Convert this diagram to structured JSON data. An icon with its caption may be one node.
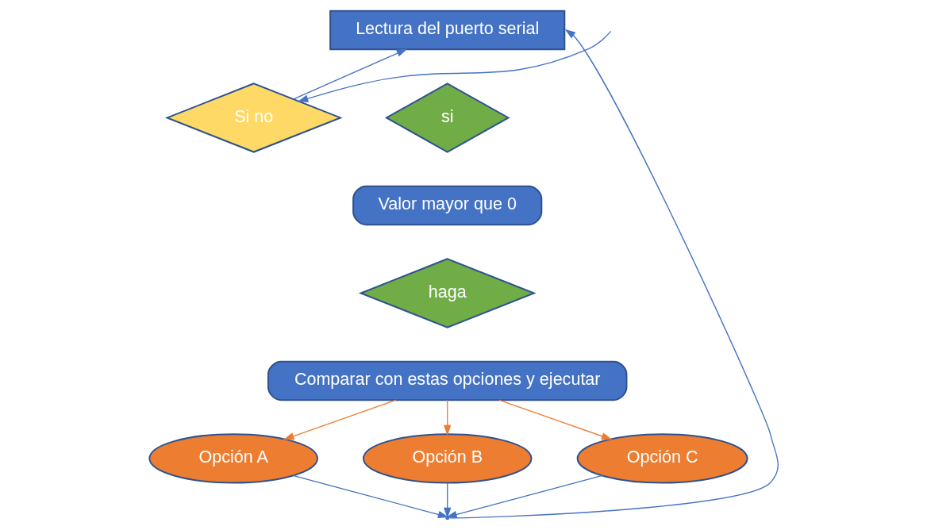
{
  "diagram": {
    "nodes": [
      {
        "text": [
          "Lectura del puerto serial"
        ]
      },
      {
        "text": [
          "Si no"
        ]
      },
      {
        "text": [
          "si"
        ]
      },
      {
        "text": [
          "Valor mayor que 0"
        ]
      },
      {
        "text": [
          "haga"
        ]
      },
      {
        "text": [
          "Comparar con estas opciones y ejecutar"
        ]
      },
      {
        "text": [
          "Opción A"
        ]
      },
      {
        "text": [
          "Opción B"
        ]
      },
      {
        "text": [
          "Opción C"
        ]
      },
      {
        "text": [],
        "shape": "point"
      }
    ],
    "edges": [
      {
        "from": 1,
        "to": 0,
        "arrow": "to"
      },
      {
        "from": null,
        "to": 1,
        "arrow": "to"
      },
      {
        "from": 5,
        "to": 6,
        "arrow": "to",
        "color": "#ed7d31"
      },
      {
        "from": 5,
        "to": 7,
        "arrow": "to",
        "color": "#ed7d31"
      },
      {
        "from": 5,
        "to": 8,
        "arrow": "to",
        "color": "#ed7d31"
      },
      {
        "from": 6,
        "to": 9,
        "arrow": "to"
      },
      {
        "from": 7,
        "to": 9,
        "arrow": "to"
      },
      {
        "from": 8,
        "to": 9,
        "arrow": "to"
      },
      {
        "from": 9,
        "to": 0,
        "arrow": "to"
      }
    ]
  }
}
